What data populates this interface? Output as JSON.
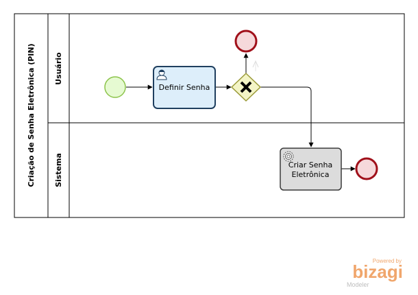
{
  "pool": {
    "name": "Criação de Senha Eletrônica (PIN)"
  },
  "lanes": [
    {
      "name": "Usuário"
    },
    {
      "name": "Sistema"
    }
  ],
  "tasks": [
    {
      "lines": [
        "Definir Senha"
      ],
      "kind": "user-task",
      "color": "#ddeefa",
      "border": "#1f3f5f"
    },
    {
      "lines": [
        "Criar Senha",
        "Eletrônica"
      ],
      "kind": "service-task",
      "color": "#dcdcdc",
      "border": "#3a3a3a"
    }
  ],
  "events": {
    "start_color": "#e6fad2",
    "start_border": "#8bc34a",
    "end_color": "#f6d9db",
    "end_border": "#a0101a"
  },
  "gateway": {
    "kind": "exclusive",
    "color": "#f3f4c6",
    "border": "#9a9a38"
  },
  "branding": {
    "powered_by": "Powered by",
    "product": "bizagi",
    "edition": "Modeler",
    "color": "#f0a66c"
  }
}
